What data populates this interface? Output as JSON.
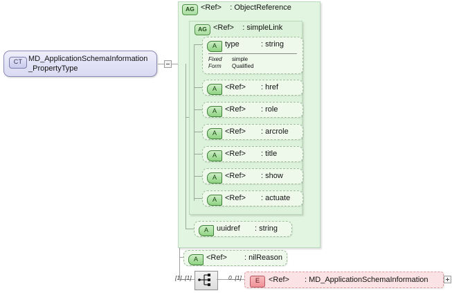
{
  "diagram": {
    "title": "MD_ApplicationSchemaInformation_PropertyType",
    "type": "xsd-schema-diagram",
    "colors": {
      "complex_type_fill": "#e2e2f6",
      "complex_type_border": "#8a8ab5",
      "group_fill": "#e2f5e0",
      "group_border": "#bcd9bb",
      "attribute_fill": "#eef9ec",
      "attribute_border": "#9dbf99",
      "element_fill": "#fbe2e4",
      "element_border": "#d99aa0",
      "connector": "#9aa89a"
    }
  },
  "complex_type": {
    "badge": "CT",
    "name_line1": "MD_ApplicationSchemaInformation",
    "name_line2": "_PropertyType",
    "toggle": "minus"
  },
  "object_reference_group": {
    "badge": "AG",
    "ref": "<Ref>",
    "type": ": ObjectReference"
  },
  "simple_link_group": {
    "badge": "AG",
    "ref": "<Ref>",
    "type": ": simpleLink"
  },
  "simple_link_attributes": [
    {
      "badge": "A",
      "name": "type",
      "type": ": string",
      "facets": [
        {
          "key": "Fixed",
          "value": "simple"
        },
        {
          "key": "Form",
          "value": "Qualified"
        }
      ]
    },
    {
      "badge": "A",
      "name": "<Ref>",
      "type": ": href"
    },
    {
      "badge": "A",
      "name": "<Ref>",
      "type": ": role"
    },
    {
      "badge": "A",
      "name": "<Ref>",
      "type": ": arcrole"
    },
    {
      "badge": "A",
      "name": "<Ref>",
      "type": ": title"
    },
    {
      "badge": "A",
      "name": "<Ref>",
      "type": ": show"
    },
    {
      "badge": "A",
      "name": "<Ref>",
      "type": ": actuate"
    }
  ],
  "object_reference_attributes": [
    {
      "badge": "A",
      "name": "uuidref",
      "type": ": string"
    }
  ],
  "nil_reason_attribute": {
    "badge": "A",
    "name": "<Ref>",
    "type": ": nilReason"
  },
  "sequence": {
    "icon": "sequence-compositor-icon",
    "left_cardinality": "[1]..[1]",
    "right_cardinality": "0..[1]"
  },
  "element": {
    "badge": "E",
    "ref": "<Ref>",
    "type": ": MD_ApplicationSchemaInformation",
    "toggle": "plus"
  }
}
